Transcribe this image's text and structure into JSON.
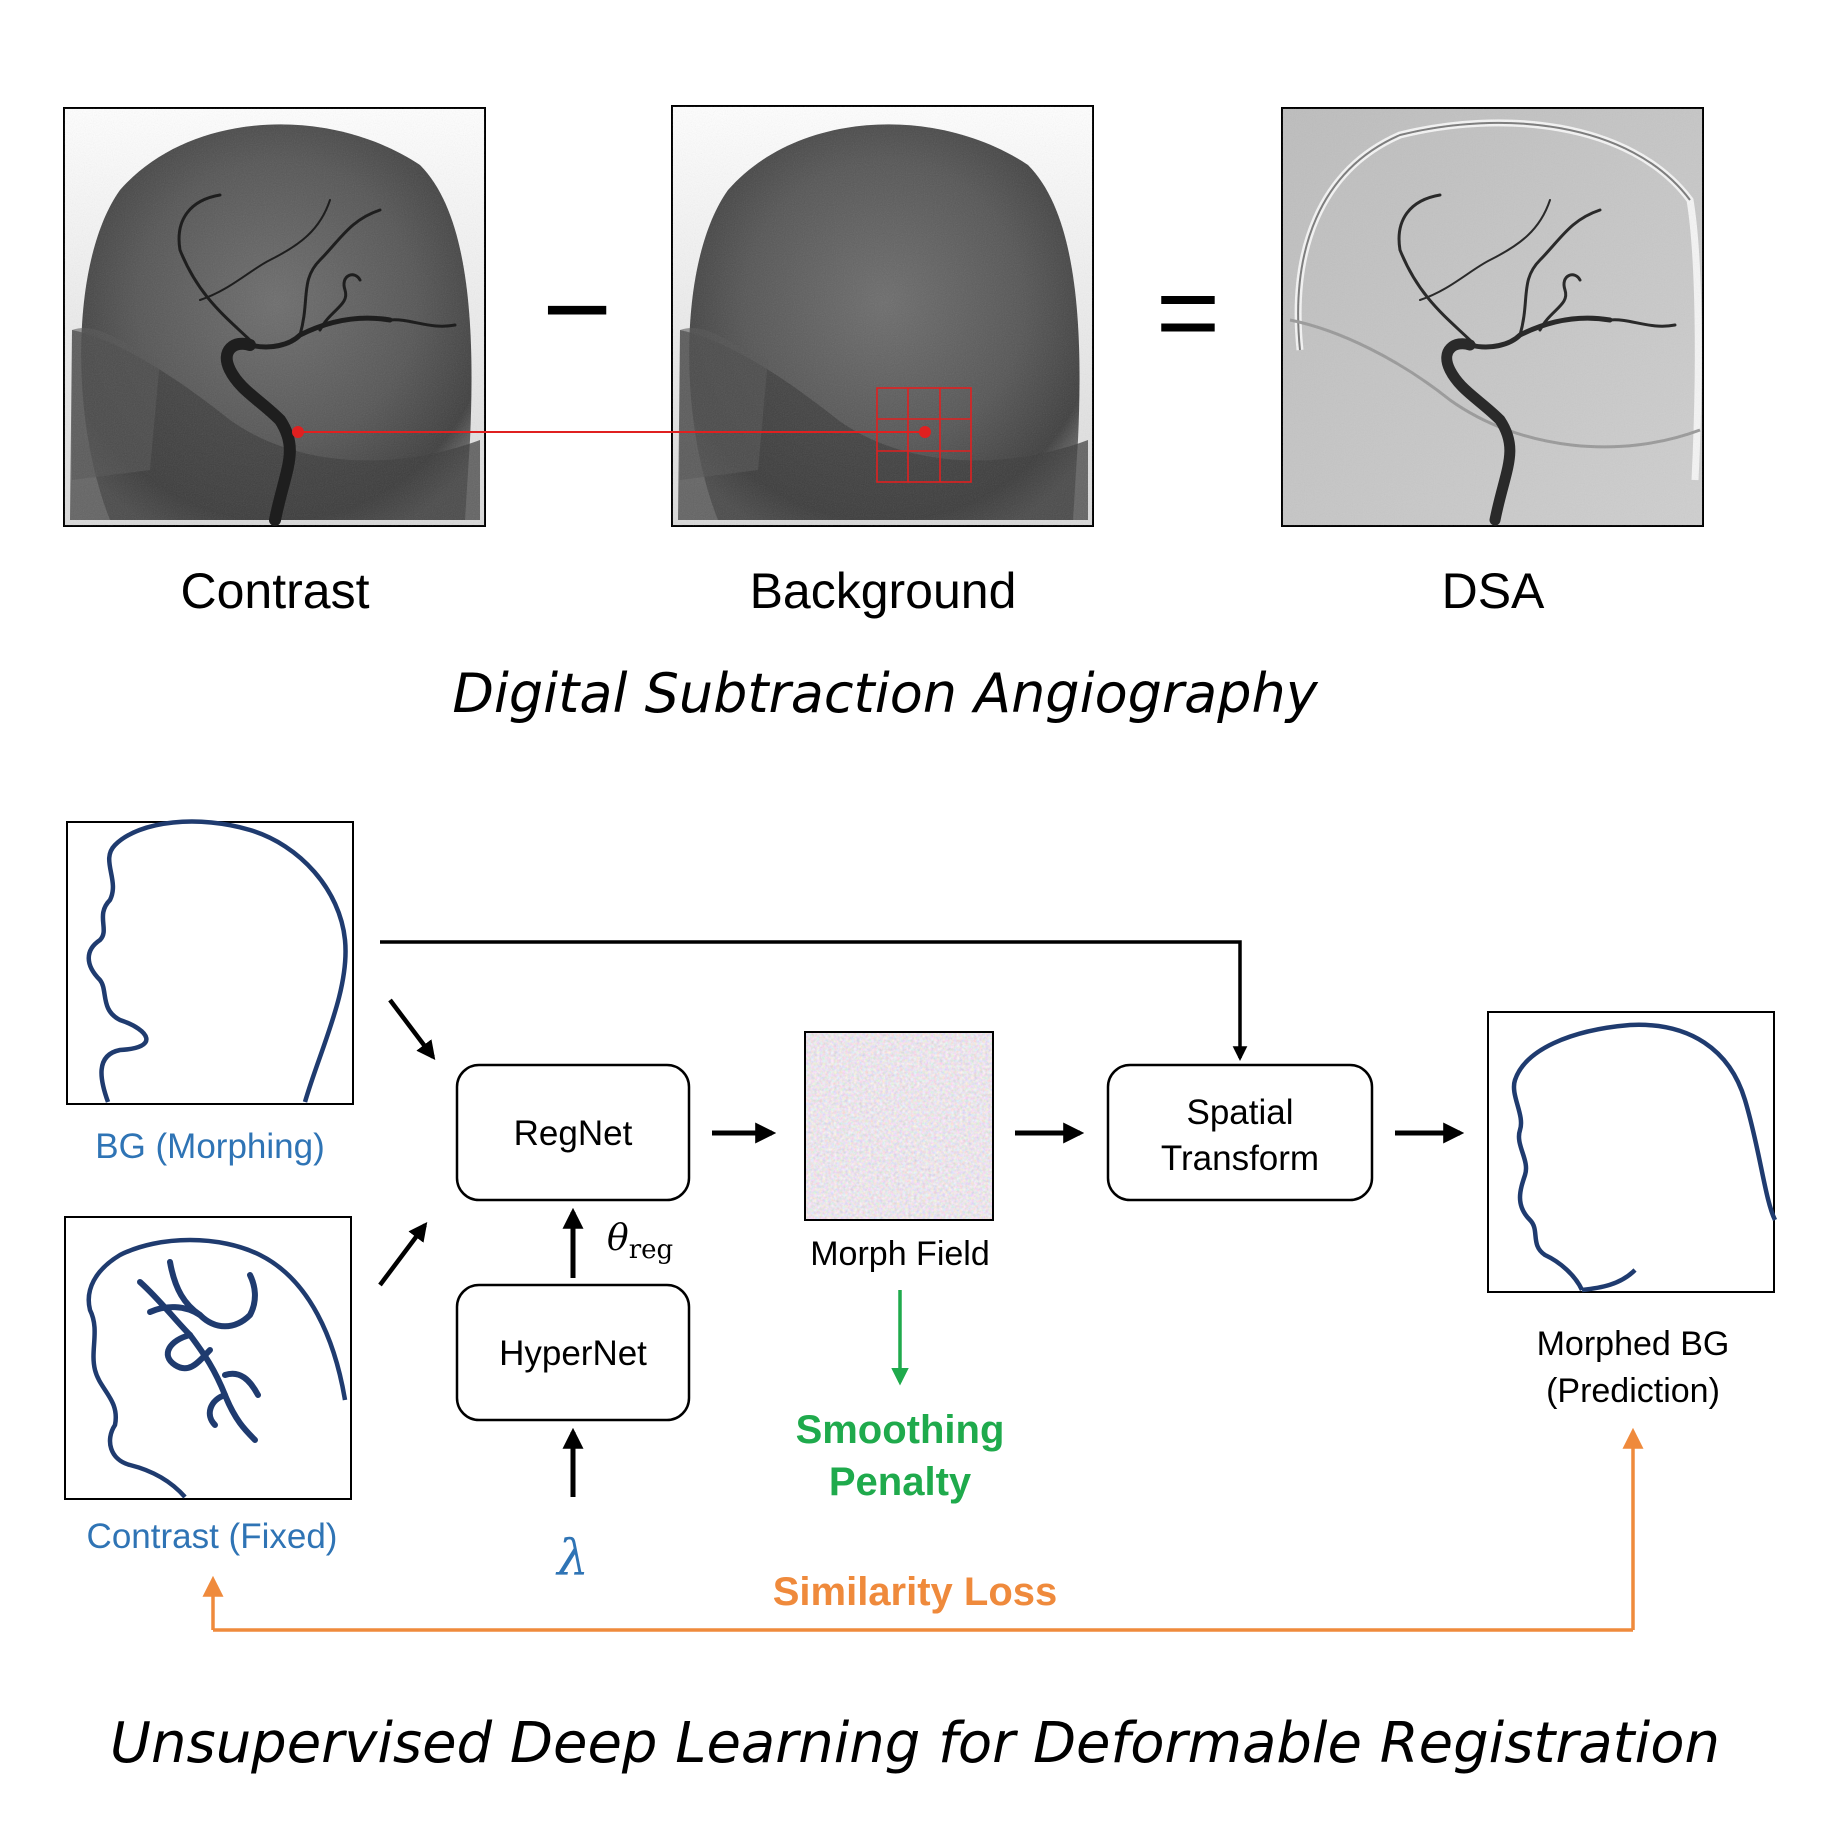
{
  "top_panel": {
    "contrast_label": "Contrast",
    "background_label": "Background",
    "dsa_label": "DSA",
    "minus_symbol": "−",
    "equals_symbol": "=",
    "title": "Digital Subtraction Angiography"
  },
  "bottom_panel": {
    "bg_label": "BG (Morphing)",
    "contrast_fixed_label": "Contrast (Fixed)",
    "regnet_label": "RegNet",
    "hypernet_label": "HyperNet",
    "theta_symbol": "θ",
    "theta_subscript": "reg",
    "lambda_symbol": "λ",
    "morph_field_label": "Morph Field",
    "smoothing_line1": "Smoothing",
    "smoothing_line2": "Penalty",
    "spatial_line1": "Spatial",
    "spatial_line2": "Transform",
    "morphed_line1": "Morphed BG",
    "morphed_line2": "(Prediction)",
    "similarity_label": "Similarity Loss",
    "title": "Unsupervised Deep Learning for Deformable Registration"
  },
  "colors": {
    "blue_label": "#2f74b5",
    "navy_line": "#1f3b6f",
    "green": "#1faa4c",
    "orange": "#ef8a3c",
    "red_marker": "#e02020",
    "black": "#000000"
  }
}
